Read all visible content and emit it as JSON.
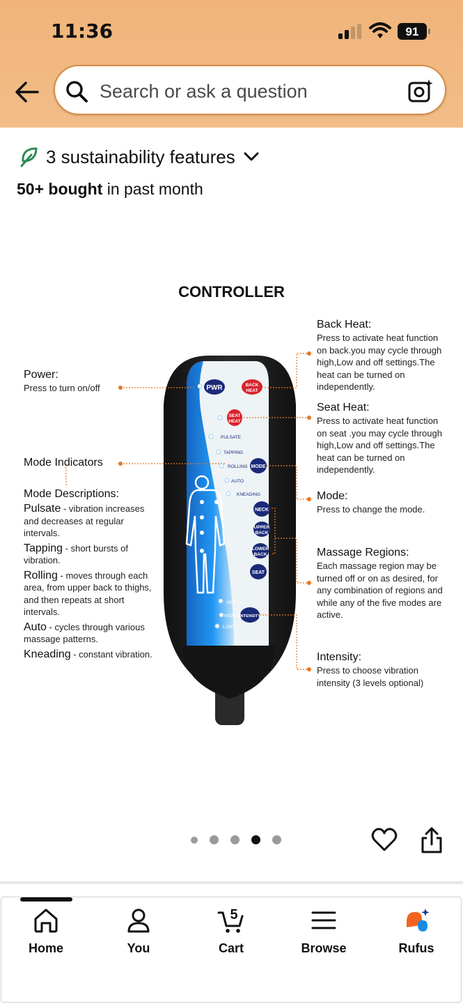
{
  "status": {
    "time": "11:36",
    "battery": "91"
  },
  "search": {
    "placeholder": "Search or ask a question"
  },
  "product": {
    "sustainability": "3 sustainability features",
    "bought_count": "50+ bought",
    "bought_suffix": " in past month"
  },
  "figure": {
    "title": "CONTROLLER",
    "left_labels": {
      "power_title": "Power:",
      "power_desc": "Press to turn on/off",
      "mode_indicators": "Mode Indicators",
      "mode_desc_title": "Mode Descriptions:",
      "pulsate_title": "Pulsate",
      "pulsate_desc": " - vibration increases and decreases at regular intervals.",
      "tapping_title": "Tapping",
      "tapping_desc": " - short bursts of vibration.",
      "rolling_title": "Rolling",
      "rolling_desc": " -  moves through each area, from upper back to thighs, and then repeats at short intervals.",
      "auto_title": "Auto",
      "auto_desc": " -  cycles through various massage patterns.",
      "kneading_title": "Kneading",
      "kneading_desc": " - constant vibration."
    },
    "right_labels": {
      "back_heat_title": "Back Heat:",
      "back_heat_desc": "Press to activate heat function on back.you may cycle through high,Low and off settings.The heat can be turned on independently.",
      "seat_heat_title": "Seat Heat:",
      "seat_heat_desc": "Press to activate heat function on seat .you may cycle through high,Low and off settings.The heat can be turned on independently.",
      "mode_title": "Mode:",
      "mode_desc": "Press to change the mode.",
      "regions_title": "Massage Regions:",
      "regions_desc": "Each massage region may be turned off or on as desired, for any combination of regions and while any of the five modes are active.",
      "intensity_title": "Intensity:",
      "intensity_desc": "Press to choose vibration intensity (3 levels optional)"
    },
    "remote": {
      "pwr": "PWR",
      "back_heat": [
        "BACK",
        "HEAT"
      ],
      "seat_heat": [
        "SEAT",
        "HEAT"
      ],
      "mode": "MODE",
      "neck": "NECK",
      "upper_back": [
        "UPPER",
        "BACK"
      ],
      "lower_back": [
        "LOWER",
        "BACK"
      ],
      "seat": "SEAT",
      "intensity": "INTENSITY",
      "modes": [
        "PULSATE",
        "TAPPING",
        "ROLLING",
        "AUTO",
        "KNEADING"
      ],
      "levels": [
        "HIGH",
        "MIDDLE",
        "LOW"
      ]
    }
  },
  "carousel": {
    "count": 5,
    "active_index": 3
  },
  "nav": {
    "home": "Home",
    "you": "You",
    "cart": "Cart",
    "cart_count": "5",
    "browse": "Browse",
    "rufus": "Rufus"
  },
  "colors": {
    "header": "#f0b479",
    "accent_orange": "#e87722",
    "sustainability_green": "#2e8b57",
    "remote_blue": "#1e88d8",
    "button_navy": "#1b2a78",
    "button_red": "#d9232d"
  }
}
